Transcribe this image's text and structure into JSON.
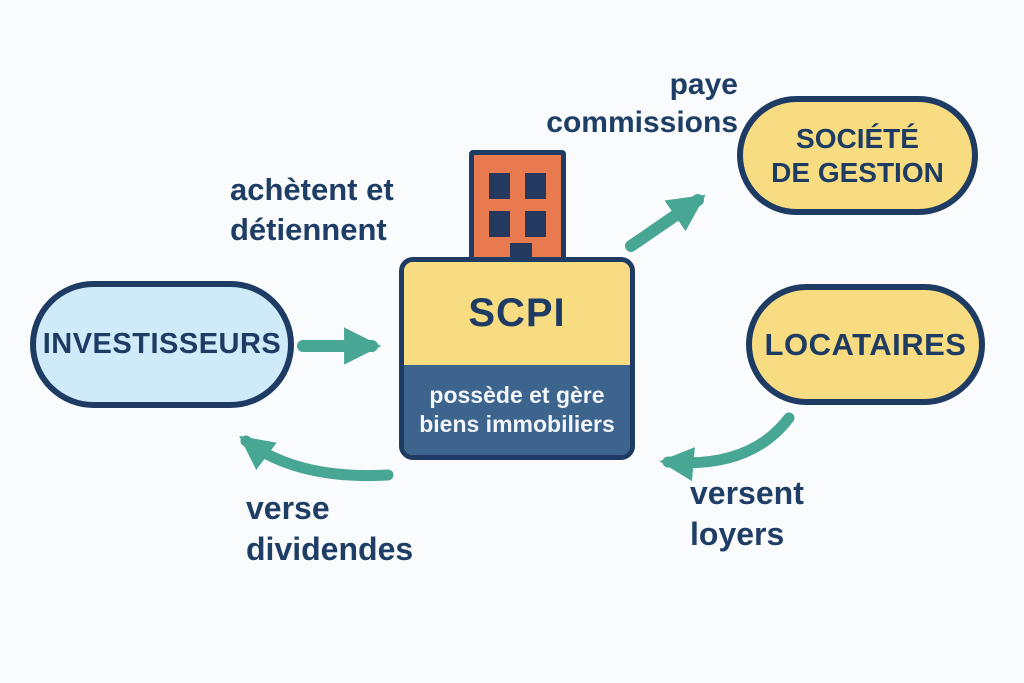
{
  "diagram_title": "SCPI flow diagram",
  "colors": {
    "background": "#fafbfc",
    "navy": "#1e3b63",
    "teal_arrow": "#48a695",
    "yellow_node": "#f7dc82",
    "blue_node": "#cfeaf9",
    "slate_panel": "#3d648c",
    "building_orange": "#e87a50"
  },
  "nodes": {
    "investisseurs": {
      "label": "INVESTISSEURS"
    },
    "societe_gestion": {
      "label": "SOCIÉTÉ\nDE GESTION"
    },
    "locataires": {
      "label": "LOCATAIRES"
    },
    "scpi": {
      "title": "SCPI",
      "subtitle": "possède et gère\nbiens immobiliers"
    }
  },
  "labels": {
    "achetent": "achètent et\ndétiennent",
    "paye": "paye\ncommissions",
    "verse": "verse\ndividendes",
    "versent": "versent\nloyers"
  }
}
